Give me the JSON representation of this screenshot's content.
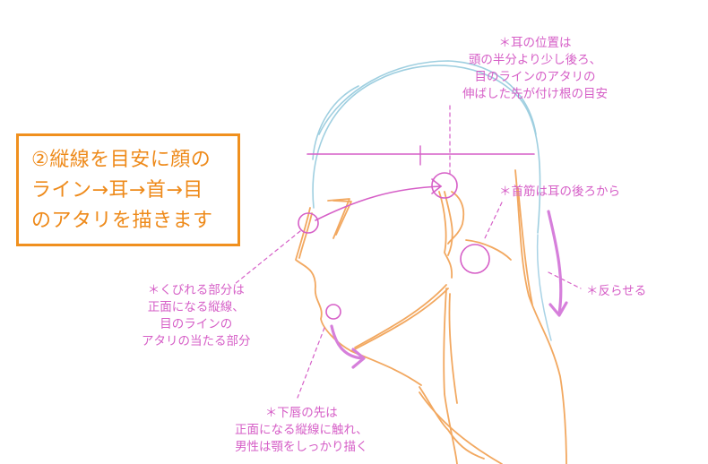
{
  "title_box": {
    "lines": [
      "②縦線を目安に顔の",
      "ライン→耳→首→目",
      "のアタリを描きます"
    ]
  },
  "notes": {
    "ear": [
      "＊耳の位置は",
      "頭の半分より少し後ろ、",
      "目のラインのアタリの",
      "伸ばした先が付け根の目安"
    ],
    "neck_muscle": [
      "＊首筋は耳の後ろから"
    ],
    "arch": [
      "＊反らせる"
    ],
    "face_dent": [
      "＊くびれる部分は",
      "正面になる縦線、",
      "目のラインの",
      "アタリの当たる部分"
    ],
    "lip": [
      "＊下唇の先は",
      "正面になる縦線に触れ、",
      "男性は顎をしっかり描く"
    ]
  },
  "colors": {
    "orange": "#f0901e",
    "skull_blue": "#9fcfe0",
    "guide_pink": "#d65fc7",
    "sketch_orange": "#f2a860"
  }
}
